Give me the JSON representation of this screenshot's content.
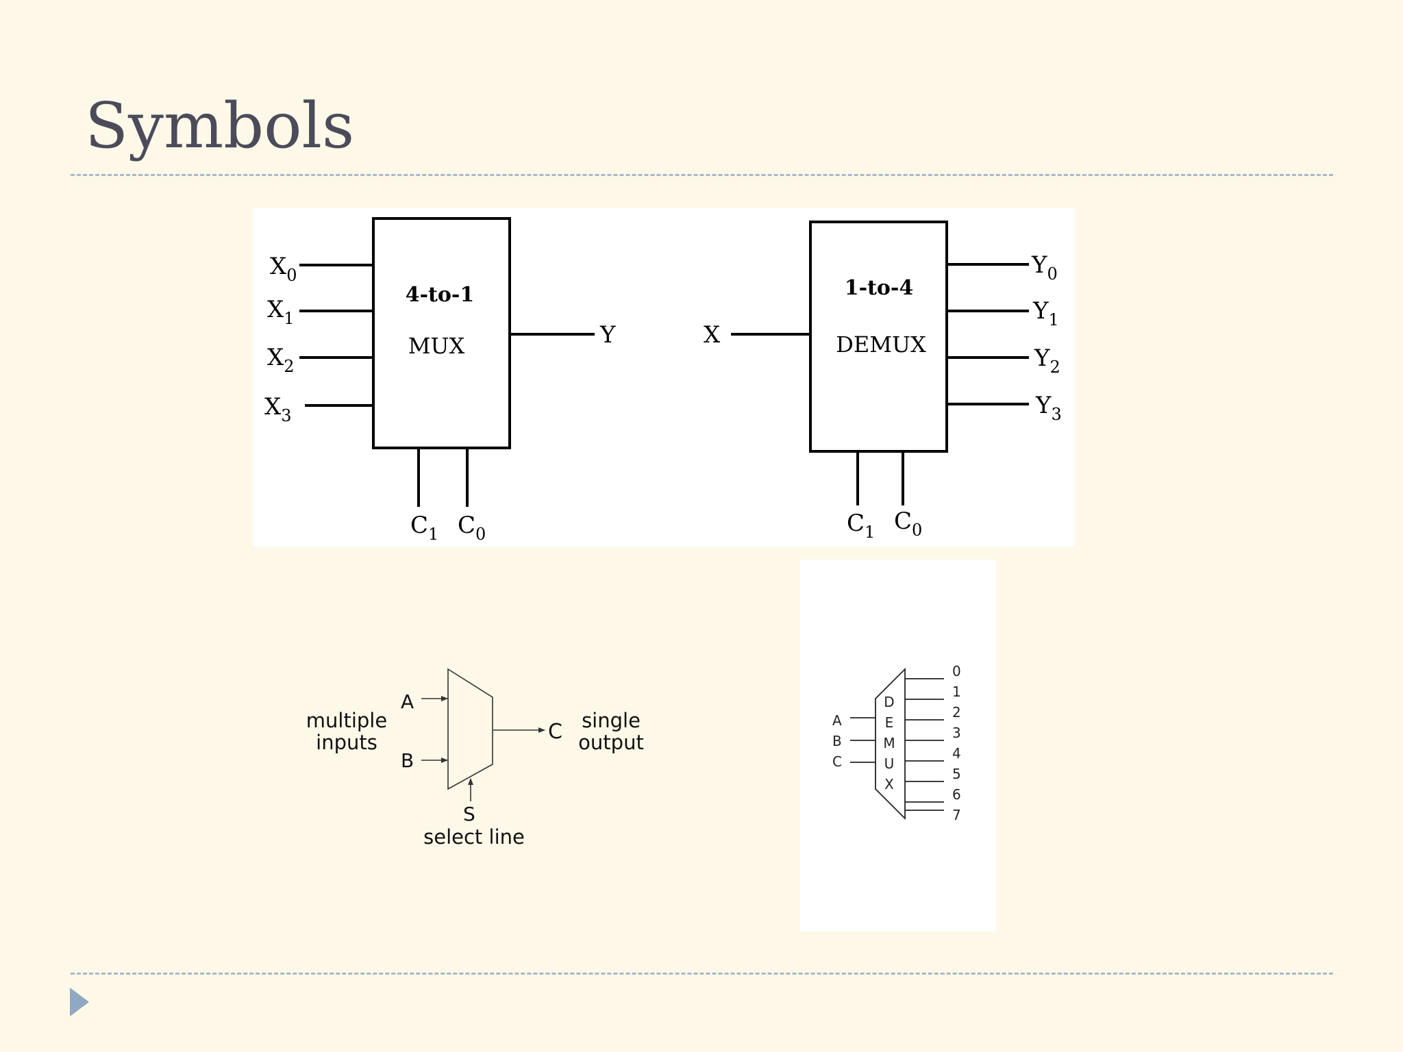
{
  "slide": {
    "title": "Symbols"
  },
  "mux_block": {
    "name_line1": "4-to-1",
    "name_line2": "MUX",
    "inputs": [
      {
        "base": "X",
        "sub": "0"
      },
      {
        "base": "X",
        "sub": "1"
      },
      {
        "base": "X",
        "sub": "2"
      },
      {
        "base": "X",
        "sub": "3"
      }
    ],
    "output": "Y",
    "controls": [
      {
        "base": "C",
        "sub": "1"
      },
      {
        "base": "C",
        "sub": "0"
      }
    ]
  },
  "demux_block": {
    "name_line1": "1-to-4",
    "name_line2": "DEMUX",
    "input": "X",
    "outputs": [
      {
        "base": "Y",
        "sub": "0"
      },
      {
        "base": "Y",
        "sub": "1"
      },
      {
        "base": "Y",
        "sub": "2"
      },
      {
        "base": "Y",
        "sub": "3"
      }
    ],
    "controls": [
      {
        "base": "C",
        "sub": "1"
      },
      {
        "base": "C",
        "sub": "0"
      }
    ]
  },
  "mux_symbol": {
    "input_a": "A",
    "input_b": "B",
    "output": "C",
    "select": "S",
    "inputs_caption_line1": "multiple",
    "inputs_caption_line2": "inputs",
    "output_caption_line1": "single",
    "output_caption_line2": "output",
    "select_caption": "select line"
  },
  "demux_symbol": {
    "body_letters": [
      "D",
      "E",
      "M",
      "U",
      "X"
    ],
    "inputs": [
      "A",
      "B",
      "C"
    ],
    "outputs": [
      "0",
      "1",
      "2",
      "3",
      "4",
      "5",
      "6",
      "7"
    ]
  }
}
